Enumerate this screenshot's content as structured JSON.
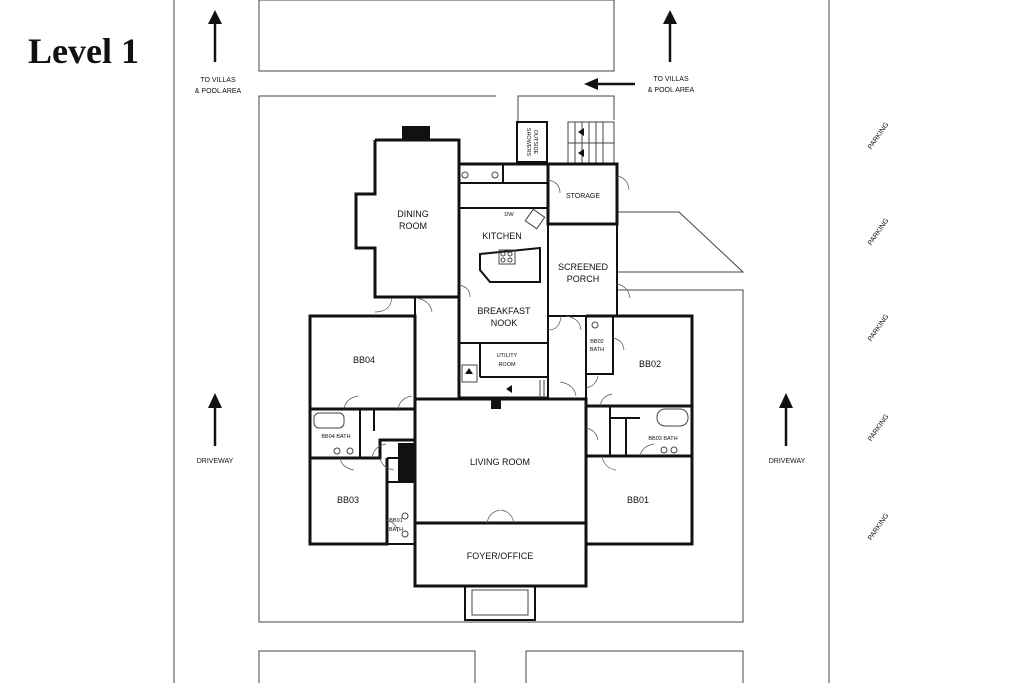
{
  "title": "Level 1",
  "rooms": {
    "dining_room": [
      "DINING",
      "ROOM"
    ],
    "kitchen": "KITCHEN",
    "storage": "STORAGE",
    "screened_porch": [
      "SCREENED",
      "PORCH"
    ],
    "breakfast_nook": [
      "BREAKFAST",
      "NOOK"
    ],
    "utility_room": [
      "UTILITY",
      "ROOM"
    ],
    "outside_showers": [
      "OUTSIDE",
      "SHOWERS"
    ],
    "bb04": "BB04",
    "bb04_bath": "BB04 BATH",
    "bb03": "BB03",
    "bb01_bath": [
      "BB01",
      "BATH"
    ],
    "living_room": "LIVING ROOM",
    "foyer_office": "FOYER/OFFICE",
    "bb02": "BB02",
    "bb02_bath": [
      "BB02",
      "BATH"
    ],
    "bb03_bath": "BB03 BATH",
    "bb01": "BB01",
    "dw": "DW"
  },
  "labels": {
    "to_villas_left": [
      "TO VILLAS",
      "& POOL AREA"
    ],
    "to_villas_right": [
      "TO VILLAS",
      "& POOL AREA"
    ],
    "driveway_left": "DRIVEWAY",
    "driveway_right": "DRIVEWAY",
    "parking": [
      "PARKING",
      "PARKING",
      "PARKING",
      "PARKING",
      "PARKING"
    ]
  }
}
